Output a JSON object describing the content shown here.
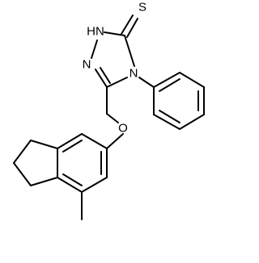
{
  "molecule": {
    "atoms": {
      "thione_s": "S",
      "ring_nh": "HN",
      "ring_n_left": "N",
      "ring_n4": "N",
      "ether_o": "O"
    }
  },
  "colors": {
    "bond": "#000000",
    "label": "#000000",
    "background": "#ffffff"
  }
}
